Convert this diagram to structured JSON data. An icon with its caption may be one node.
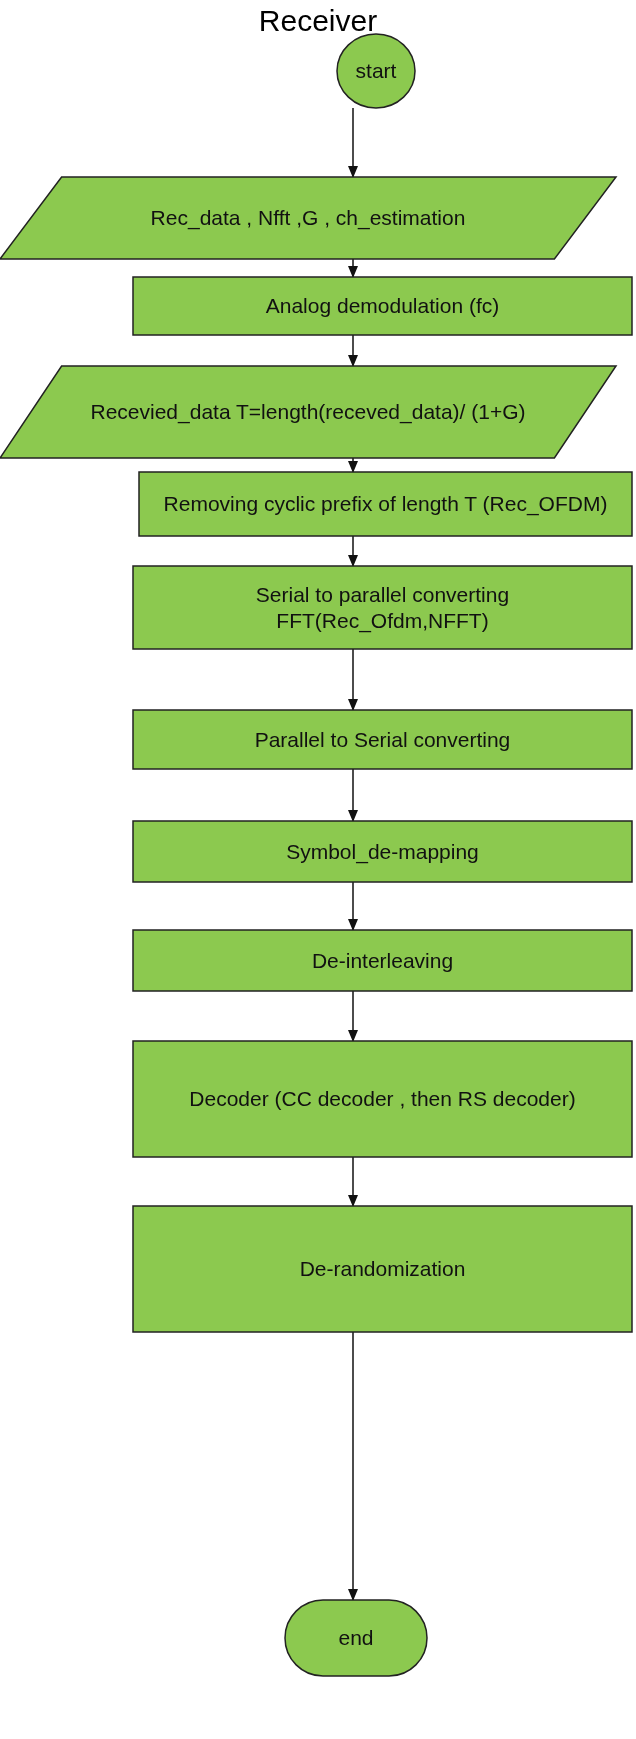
{
  "diagram": {
    "title": "Receiver",
    "nodes": [
      {
        "text": [
          "start"
        ]
      },
      {
        "text": [
          "Rec_data , Nfft ,G , ch_estimation"
        ]
      },
      {
        "text": [
          "Analog demodulation (fc)"
        ]
      },
      {
        "text": [
          "Recevied_data T=length(receved_data)/ (1+G)"
        ]
      },
      {
        "text": [
          "Removing cyclic prefix of length T (Rec_OFDM)"
        ]
      },
      {
        "text": [
          "Serial to parallel converting FFT(Rec_Ofdm,NFFT)"
        ]
      },
      {
        "text": [
          "Parallel to Serial  converting"
        ]
      },
      {
        "text": [
          "Symbol_de-mapping"
        ]
      },
      {
        "text": [
          "De-interleaving"
        ]
      },
      {
        "text": [
          "Decoder (CC decoder , then RS decoder)"
        ]
      },
      {
        "text": [
          "De-randomization"
        ]
      },
      {
        "text": [
          "end"
        ]
      }
    ],
    "edges": [
      {
        "from": 0,
        "to": 1,
        "arrow": "to"
      },
      {
        "from": 1,
        "to": 2,
        "arrow": "to"
      },
      {
        "from": 2,
        "to": 3,
        "arrow": "to"
      },
      {
        "from": 3,
        "to": 4,
        "arrow": "to"
      },
      {
        "from": 4,
        "to": 5,
        "arrow": "to"
      },
      {
        "from": 5,
        "to": 6,
        "arrow": "to"
      },
      {
        "from": 6,
        "to": 7,
        "arrow": "to"
      },
      {
        "from": 7,
        "to": 8,
        "arrow": "to"
      },
      {
        "from": 8,
        "to": 9,
        "arrow": "to"
      },
      {
        "from": 9,
        "to": 10,
        "arrow": "to"
      },
      {
        "from": 10,
        "to": 11,
        "arrow": "to"
      }
    ]
  }
}
